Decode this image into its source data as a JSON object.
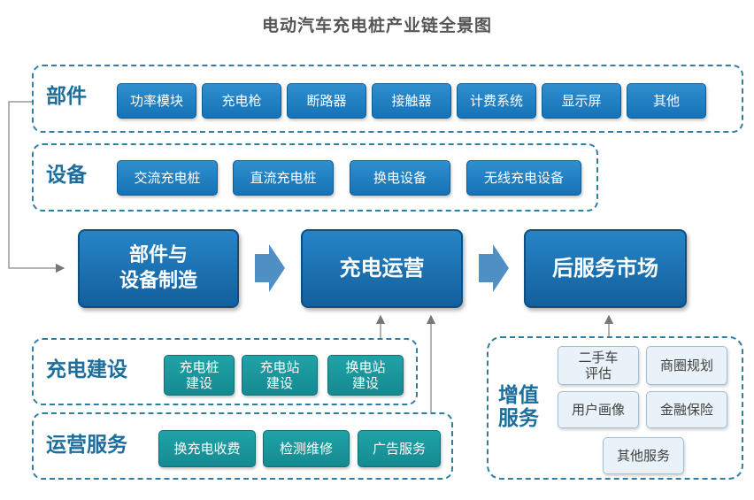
{
  "title": "电动汽车充电桩产业链全景图",
  "parts": {
    "label": "部件",
    "items": [
      "功率模块",
      "充电枪",
      "断路器",
      "接触器",
      "计费系统",
      "显示屏",
      "其他"
    ]
  },
  "equipment": {
    "label": "设备",
    "items": [
      "交流充电桩",
      "直流充电桩",
      "换电设备",
      "无线充电设备"
    ]
  },
  "flow": {
    "manufacturing": "部件与\n设备制造",
    "operation": "充电运营",
    "aftermarket": "后服务市场"
  },
  "construction": {
    "label": "充电建设",
    "items": [
      "充电桩\n建设",
      "充电站\n建设",
      "换电站\n建设"
    ]
  },
  "operation_services": {
    "label": "运营服务",
    "items": [
      "换充电收费",
      "检测维修",
      "广告服务"
    ]
  },
  "value_added": {
    "label": "增值\n服务",
    "items": [
      "二手车\n评估",
      "商圈规划",
      "用户画像",
      "金融保险",
      "其他服务"
    ]
  },
  "colors": {
    "primary_blue": "#1672b5",
    "dark_blue": "#135f9c",
    "teal": "#158a90",
    "dashed_border": "#2e7fa6",
    "label_text": "#1e6e9d",
    "arrow": "#4f8fc4"
  }
}
